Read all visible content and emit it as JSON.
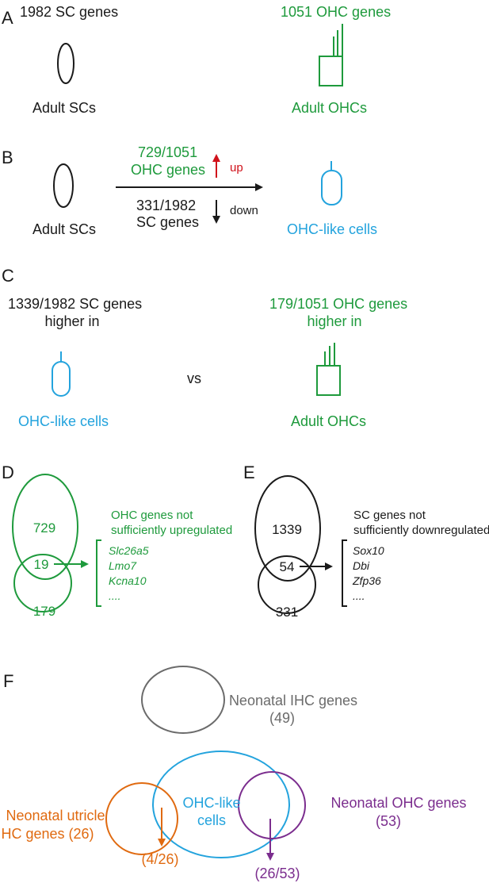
{
  "colors": {
    "black": "#1a1a1a",
    "green": "#1e9a3c",
    "blue": "#23a3dd",
    "red": "#d0121b",
    "gray": "#6b6b6b",
    "orange": "#e06a10",
    "purple": "#7b2d8e"
  },
  "panelA": {
    "letter": "A",
    "sc_genes": "1982 SC genes",
    "ohc_genes": "1051 OHC genes",
    "sc_label": "Adult SCs",
    "ohc_label": "Adult OHCs"
  },
  "panelB": {
    "letter": "B",
    "sc_label": "Adult SCs",
    "up_line1": "729/1051",
    "up_line2": "OHC genes",
    "up": "up",
    "down_line1": "331/1982",
    "down_line2": "SC genes",
    "down": "down",
    "ohclike_label": "OHC-like cells"
  },
  "panelC": {
    "letter": "C",
    "left_line1": "1339/1982 SC genes",
    "left_line2": "higher in",
    "right_line1": "179/1051 OHC genes",
    "right_line2": "higher in",
    "vs": "vs",
    "ohclike_label": "OHC-like cells",
    "ohc_label": "Adult OHCs"
  },
  "panelD": {
    "letter": "D",
    "top": "729",
    "overlap": "19",
    "bottom": "179",
    "note_line1": "OHC genes not",
    "note_line2": "sufficiently upregulated",
    "genes": [
      "Slc26a5",
      "Lmo7",
      "Kcna10",
      "...."
    ]
  },
  "panelE": {
    "letter": "E",
    "top": "1339",
    "overlap": "54",
    "bottom": "331",
    "note_line1": "SC genes not",
    "note_line2": "sufficiently downregulated",
    "genes": [
      "Sox10",
      "Dbi",
      "Zfp36",
      "...."
    ]
  },
  "panelF": {
    "letter": "F",
    "ihc_line1": "Neonatal IHC genes",
    "ihc_line2": "(49)",
    "ohclike_line1": "OHC-like",
    "ohclike_line2": "cells",
    "utricle_line1": "Neonatal utricle",
    "utricle_line2": "HC genes (26)",
    "neo_ohc_line1": "Neonatal OHC genes",
    "neo_ohc_line2": "(53)",
    "utricle_overlap": "(4/26)",
    "ohc_overlap": "(26/53)"
  }
}
